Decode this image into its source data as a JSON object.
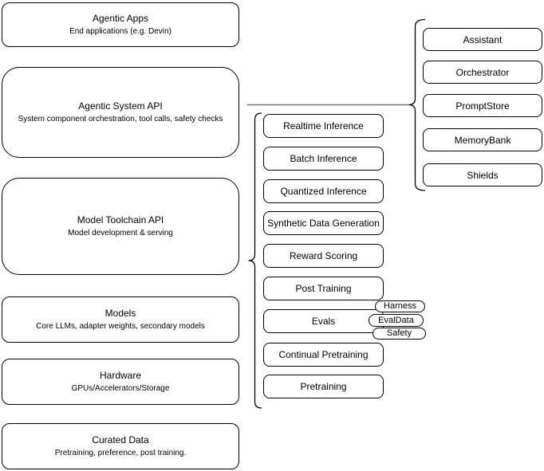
{
  "diagram": {
    "stack": [
      {
        "title": "Agentic Apps",
        "subtitle": "End applications (e.g. Devin)"
      },
      {
        "title": "Agentic System API",
        "subtitle": "System component orchestration, tool calls, safety checks"
      },
      {
        "title": "Model Toolchain API",
        "subtitle": "Model development & serving"
      },
      {
        "title": "Models",
        "subtitle": "Core LLMs, adapter weights, secondary models"
      },
      {
        "title": "Hardware",
        "subtitle": "GPUs/Accelerators/Storage"
      },
      {
        "title": "Curated Data",
        "subtitle": "Pretraining, preference, post training."
      }
    ],
    "toolchain": [
      "Realtime Inference",
      "Batch Inference",
      "Quantized Inference",
      "Synthetic Data Generation",
      "Reward Scoring",
      "Post Training",
      "Evals",
      "Continual Pretraining",
      "Pretraining"
    ],
    "eval_tags": [
      "Harness",
      "EvalData",
      "Safety"
    ],
    "components": [
      "Assistant",
      "Orchestrator",
      "PromptStore",
      "MemoryBank",
      "Shields"
    ],
    "colors": {
      "stroke": "#000000",
      "connector": "#757575",
      "fill": "#ffffff"
    }
  }
}
